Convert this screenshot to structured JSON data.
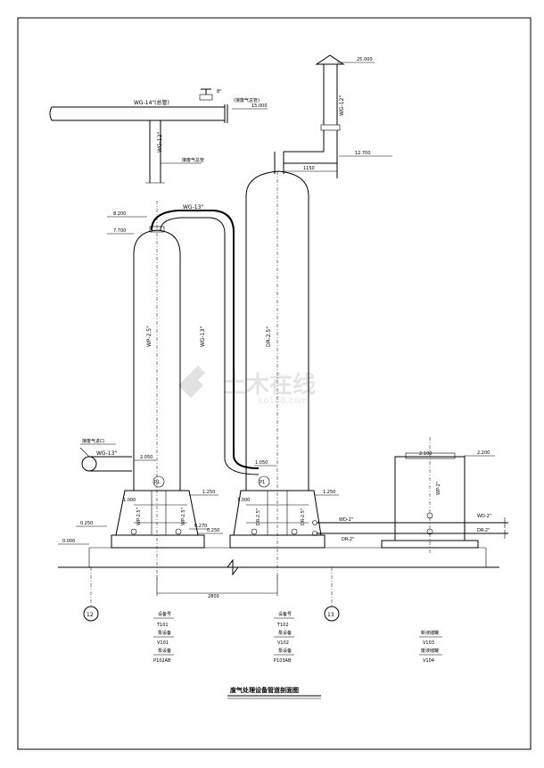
{
  "drawing": {
    "title": "废气处理设备管道剖面图",
    "watermark_text": "土木在线",
    "watermark_sub": "co188.com"
  },
  "pipe_labels": {
    "wg14": "WG-14\"(总管)",
    "wg12a": "WG-12\"",
    "wg12b": "WG-12\"",
    "wg13_top": "WG-13\"",
    "wg13_mid": "WG-13\"",
    "wg13_left": "WG-13\"",
    "wp25a": "WP-2.5\"",
    "dr25a": "DR-2.5\"",
    "wd2_right": "WD-2\"",
    "dr2_right": "DR-2\"",
    "wd2_mid": "WD-2\"",
    "dr2_mid": "DR-2\"",
    "wp25b": "WP-2.5\"",
    "wp25c": "WP-2.5\"",
    "dr25b": "DR-2.5\"",
    "dr25c": "DR-2.5\"",
    "wp2": "WP-2\""
  },
  "elevations": {
    "e15000": "15.000",
    "e25000": "25.000",
    "e12700": "12.700",
    "e8200": "8.200",
    "e7700": "7.700",
    "e2050": "2.050",
    "e1050": "1.050",
    "e2200": "2.200",
    "e2100": "2.100",
    "e1250a": "1.250",
    "e1250b": "1.250",
    "e1000a": "1.000",
    "e1000b": "1.000",
    "e0250": "0.250",
    "e0270": "0.270",
    "e0000": "0.000",
    "e0250b": "0.250"
  },
  "dimensions": {
    "d1150": "1150",
    "d2800": "2800",
    "angle8": "8°"
  },
  "notes": {
    "note_top": "(接废气总管)",
    "note_wg12": "接废气总管",
    "note_inlet": "接废气进口"
  },
  "grid_axes": [
    "12",
    "13"
  ],
  "equipment": [
    {
      "tag_label": "设备号",
      "tag": "T101",
      "pump_label": "泵设备",
      "pump": "V101",
      "pump2_label": "泵设备",
      "pump2": "P102AB"
    },
    {
      "tag_label": "设备号",
      "tag": "T102",
      "pump_label": "泵设备",
      "pump": "V102",
      "pump2_label": "泵设备",
      "pump2": "P103AB"
    },
    {
      "tag_label": "新液储罐",
      "tag": "V103",
      "pump_label": "废液储罐",
      "pump": "V104"
    }
  ],
  "instrument_tags": [
    "P1",
    "P1"
  ]
}
